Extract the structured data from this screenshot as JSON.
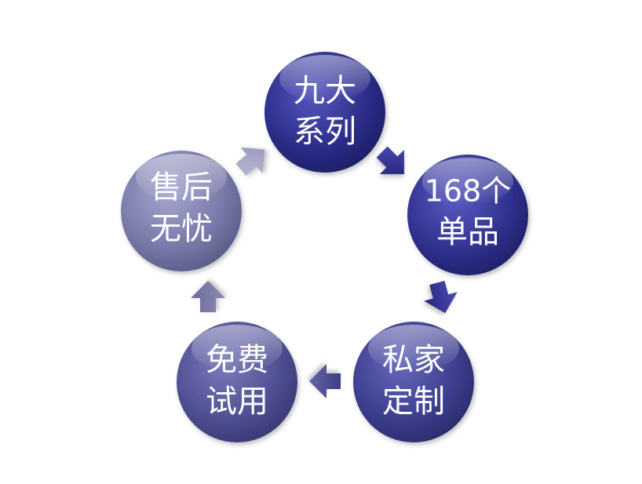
{
  "nodes": [
    {
      "id": "nine-series",
      "line1": "九大",
      "line2": "系列",
      "color": "#2c2d8c"
    },
    {
      "id": "168-items",
      "line1": "168个",
      "line2": "单品",
      "color": "#2f3192"
    },
    {
      "id": "private-custom",
      "line1": "私家",
      "line2": "定制",
      "color": "#3d3f8e"
    },
    {
      "id": "free-trial",
      "line1": "免费",
      "line2": "试用",
      "color": "#4f4f92"
    },
    {
      "id": "worry-free-service",
      "line1": "售后",
      "line2": "无忧",
      "color": "#7878a8"
    }
  ],
  "flow": "clockwise"
}
